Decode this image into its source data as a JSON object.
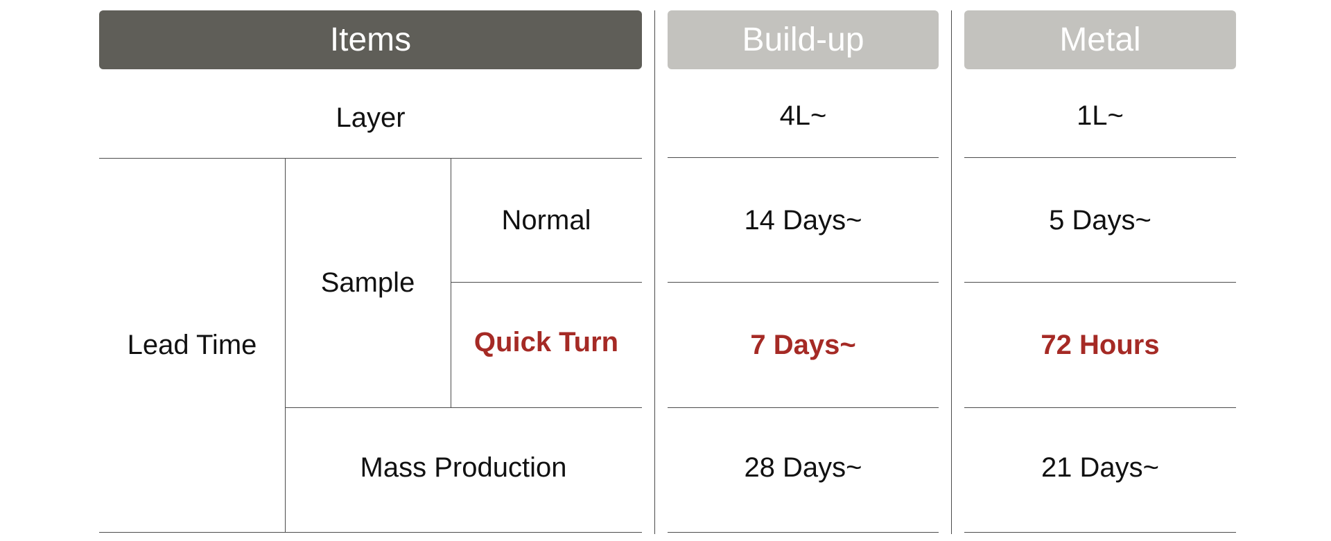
{
  "header": {
    "items": "Items",
    "buildup": "Build-up",
    "metal": "Metal"
  },
  "rows": {
    "layer": {
      "label": "Layer",
      "buildup": "4L~",
      "metal": "1L~"
    },
    "lead_time": {
      "label": "Lead Time",
      "sample": {
        "label": "Sample",
        "normal": {
          "label": "Normal",
          "buildup": "14 Days~",
          "metal": "5 Days~"
        },
        "quick_turn": {
          "label": "Quick Turn",
          "buildup": "7 Days~",
          "metal": "72 Hours"
        }
      },
      "mass_production": {
        "label": "Mass Production",
        "buildup": "28 Days~",
        "metal": "21 Days~"
      }
    }
  },
  "colors": {
    "header_dark": "#5f5e58",
    "header_light": "#c3c2be",
    "highlight_red": "#a52a25"
  }
}
